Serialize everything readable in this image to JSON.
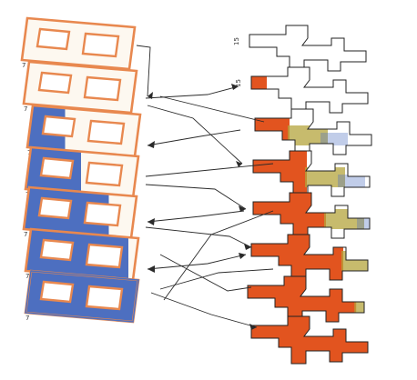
{
  "diagram": {
    "left_labels": [
      "7",
      "7",
      "7",
      "7",
      "7",
      "7",
      "7"
    ],
    "right_labels": [
      "15",
      "15"
    ],
    "colors": {
      "orange": "#e2541f",
      "orange_outline": "#e8884f",
      "blue": "#4d6fc0",
      "white_fill": "#fdf8f0",
      "olive": "#b4a43c",
      "sketch_line": "#2a2a2a"
    },
    "left_stages": [
      {
        "blue_fraction": 0.0
      },
      {
        "blue_fraction": 0.0
      },
      {
        "blue_fraction": 0.35
      },
      {
        "blue_fraction": 0.5
      },
      {
        "blue_fraction": 0.75
      },
      {
        "blue_fraction": 0.9
      },
      {
        "blue_fraction": 1.0
      }
    ],
    "right_stages": [
      {
        "orange_fraction": 0.0
      },
      {
        "orange_fraction": 0.15
      },
      {
        "orange_fraction": 0.3
      },
      {
        "orange_fraction": 0.45
      },
      {
        "orange_fraction": 0.6
      },
      {
        "orange_fraction": 0.75
      },
      {
        "orange_fraction": 0.88
      },
      {
        "orange_fraction": 1.0
      }
    ]
  }
}
